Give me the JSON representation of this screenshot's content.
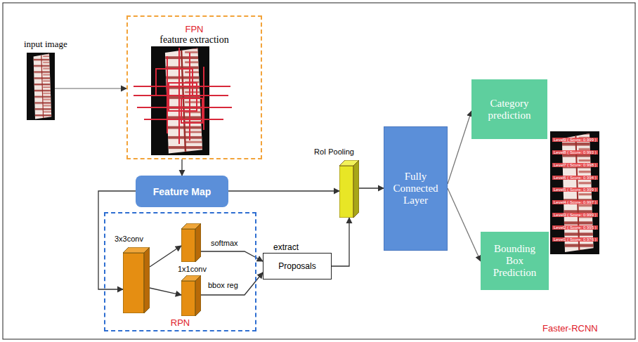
{
  "diagram": {
    "nodes": [
      {
        "text": [
          "input image"
        ]
      },
      {
        "text": [
          "FPN",
          "feature extraction"
        ]
      },
      {
        "text": [
          "Feature Map"
        ]
      },
      {
        "text": [
          "RPN"
        ]
      },
      {
        "text": [
          "3x3conv"
        ],
        "in": 3
      },
      {
        "text": [
          "softmax"
        ],
        "in": 3
      },
      {
        "text": [
          "bbox reg"
        ],
        "in": 3
      },
      {
        "text": [
          "extract",
          "Proposals"
        ]
      },
      {
        "text": [
          "RoI Pooling"
        ]
      },
      {
        "text": [
          "Fully Connected Layer"
        ]
      },
      {
        "text": [
          "Category prediction"
        ]
      },
      {
        "text": [
          "Bounding Box Prediction"
        ]
      },
      {
        "text": [
          "Level9 ( Score: 0.999 )"
        ]
      },
      {
        "text": [
          "Level8 ( Score: 0.993 )"
        ]
      },
      {
        "text": [
          "Level7 ( Score: 0.998 )"
        ]
      },
      {
        "text": [
          "Level6 ( Score: 0.994 )"
        ]
      },
      {
        "text": [
          "Level5 ( Score: 0.999 )"
        ]
      },
      {
        "text": [
          "Level4 ( Score: 0.997 )"
        ]
      },
      {
        "text": [
          "Level3 ( Score: 0.999 )"
        ]
      },
      {
        "text": [
          "Level2 ( Score: 0.995 )"
        ]
      },
      {
        "text": [
          "Level1 ( Score: 0.976 )"
        ]
      }
    ],
    "edges": [
      {
        "from": 0,
        "to": 1,
        "arrow": "to"
      },
      {
        "from": 1,
        "to": 2,
        "arrow": "to"
      },
      {
        "from": 2,
        "to": 4,
        "arrow": "to"
      },
      {
        "from": 2,
        "to": 8,
        "arrow": "to"
      },
      {
        "from": 4,
        "to": 5,
        "arrow": "to"
      },
      {
        "from": 4,
        "to": 6,
        "arrow": "to"
      },
      {
        "from": 5,
        "to": 7,
        "arrow": "to"
      },
      {
        "from": 6,
        "to": 7,
        "arrow": "to"
      },
      {
        "from": 7,
        "to": 8,
        "arrow": "to"
      },
      {
        "from": 8,
        "to": 9,
        "arrow": "to"
      },
      {
        "from": 9,
        "to": 10,
        "arrow": "to"
      },
      {
        "from": 9,
        "to": 11,
        "arrow": "to"
      }
    ],
    "labels": [
      "1x1conv",
      "Faster-RCNN"
    ]
  }
}
